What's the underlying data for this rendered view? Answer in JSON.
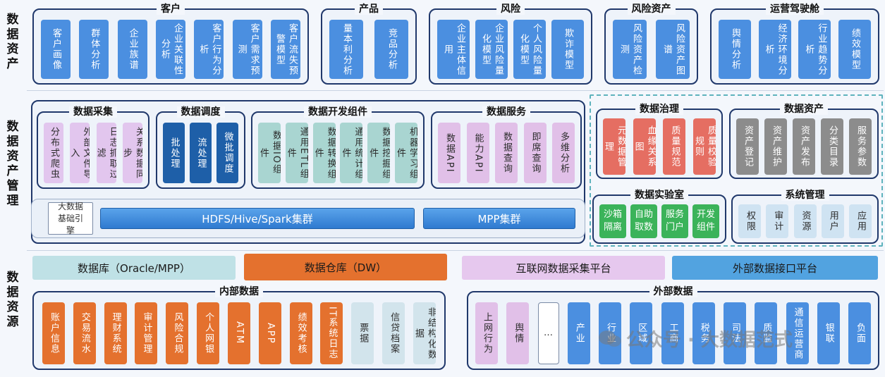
{
  "sections": {
    "assets": "数据资产",
    "mgmt": "数据资产管理",
    "source": "数据资源"
  },
  "assets": [
    {
      "title": "客户",
      "items": [
        "客户画像",
        "群体分析",
        "企业族谱",
        "企业关联性分析",
        "客户行为分析",
        "客户需求预测",
        "客户流失预警模型"
      ]
    },
    {
      "title": "产品",
      "items": [
        "量本利分析",
        "竞品分析"
      ]
    },
    {
      "title": "风险",
      "items": [
        "企业主体信用",
        "企业风险量化模型",
        "个人风险量化模型",
        "欺诈模型"
      ]
    },
    {
      "title": "风险资产",
      "items": [
        "风险资产检测",
        "风险资产图谱"
      ]
    },
    {
      "title": "运营驾驶舱",
      "items": [
        "舆情分析",
        "经济环境分析",
        "行业趋势分析",
        "绩效模型"
      ]
    }
  ],
  "mgmt": {
    "collect": {
      "title": "数据采集",
      "items": [
        "分布式爬虫",
        "外部文件导入",
        "日志抓取过滤",
        "关系数据同步"
      ]
    },
    "schedule": {
      "title": "数据调度",
      "items": [
        "批处理",
        "流处理",
        "微批调度"
      ]
    },
    "devkit": {
      "title": "数据开发组件",
      "items": [
        "数据IO组件",
        "通用ETL组件",
        "数据转换组件",
        "通用统计组件",
        "数据挖掘组件",
        "机器学习组件"
      ]
    },
    "service": {
      "title": "数据服务",
      "items": [
        "数据API",
        "能力API",
        "数据查询",
        "即席查询",
        "多维分析"
      ]
    },
    "engine": {
      "label": "大数据基础引擎",
      "hdfs": "HDFS/Hive/Spark集群",
      "mpp": "MPP集群"
    },
    "governance": {
      "title": "数据治理",
      "items": [
        "元数据管理",
        "血缘关系图",
        "质量规范",
        "质量校验规则"
      ]
    },
    "asset_mgmt": {
      "title": "数据资产",
      "items": [
        "资产登记",
        "资产维护",
        "资产发布",
        "分类目录",
        "服务参数"
      ]
    },
    "lab": {
      "title": "数据实验室",
      "items": [
        "沙箱隔离",
        "自助取数",
        "服务门户",
        "开发组件"
      ]
    },
    "sys": {
      "title": "系统管理",
      "items": [
        "权限",
        "审计",
        "资源",
        "用户",
        "应用"
      ]
    }
  },
  "platforms": {
    "db": "数据库（Oracle/MPP）",
    "dw": "数据仓库（DW）",
    "web": "互联网数据采集平台",
    "ext": "外部数据接口平台"
  },
  "internal": {
    "title": "内部数据",
    "items": [
      "账户信息",
      "交易流水",
      "理财系统",
      "审计管理",
      "风险合规",
      "个人网银",
      "ATM",
      "APP",
      "绩效考核",
      "IT系统日志",
      "票据",
      "信贷档案",
      "非结构化数据"
    ]
  },
  "external": {
    "title": "外部数据",
    "web_items": [
      "上网行为",
      "舆情"
    ],
    "ellipsis": "…",
    "items": [
      "产业",
      "行业",
      "区域",
      "工商",
      "税务",
      "司法",
      "质监",
      "通信运营商",
      "银联",
      "负面"
    ]
  },
  "watermark": "公众号 · 大数据范式"
}
